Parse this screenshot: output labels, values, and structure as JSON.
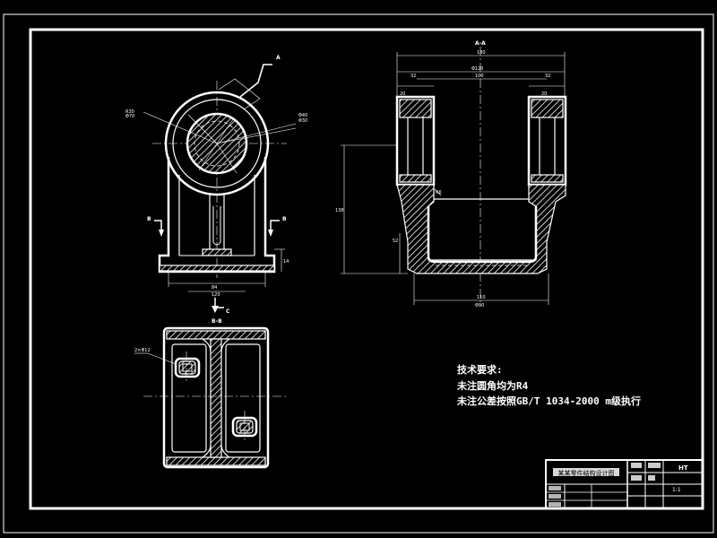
{
  "sheet": {
    "background": "#000000",
    "line_color": "#ffffff"
  },
  "section_labels": {
    "view_aa": "A-A",
    "view_bb": "B-B",
    "cut_a": "A",
    "cut_b_left": "B",
    "cut_b_right": "B",
    "cut_c": "C"
  },
  "technical_requirements": {
    "title": "技术要求:",
    "lines": [
      "未注圆角均为R4",
      "未注公差按照GB/T 1034-2000 m级执行"
    ]
  },
  "title_block": {
    "drawing_name": "某某零件结构设计图",
    "material": "HT",
    "scale": "1:1"
  }
}
